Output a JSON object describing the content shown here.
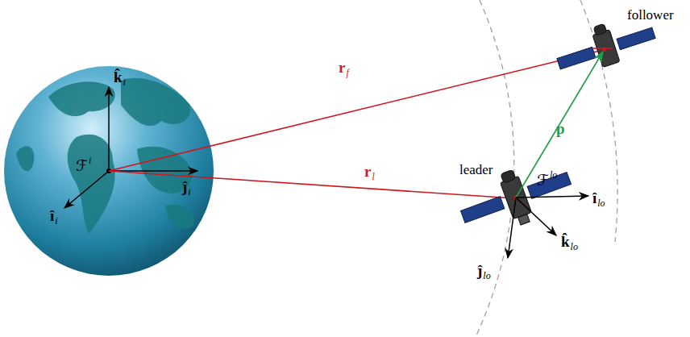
{
  "diagram": {
    "labels": [
      "k̂",
      "i",
      "ĵ",
      "i",
      "î",
      "i",
      "ℱ",
      "i",
      "r",
      "f",
      "r",
      "l",
      "p",
      "leader",
      "ℱ",
      "lo",
      "î",
      "lo",
      "k̂",
      "lo",
      "ĵ",
      "lo",
      "follower"
    ]
  }
}
